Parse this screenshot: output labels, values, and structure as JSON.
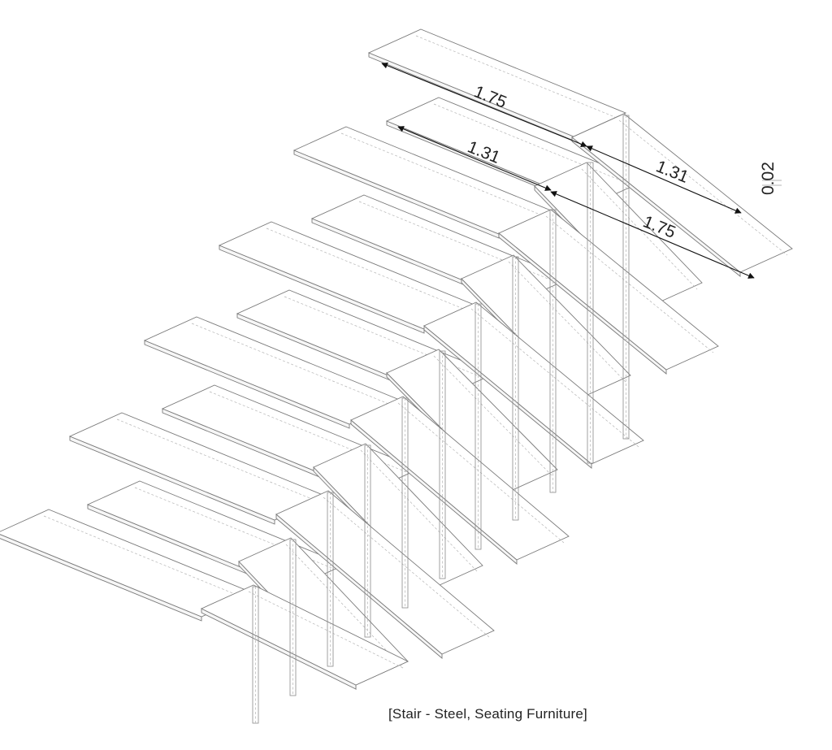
{
  "caption": "[Stair - Steel, Seating Furniture]",
  "dimensions": {
    "top_left_long": "1.75",
    "top_left_short": "1.31",
    "top_right_short": "1.31",
    "top_right_long": "1.75",
    "thickness": "0.02"
  },
  "colors": {
    "line": "#7a7a7a",
    "hidden": "#b5b5b5",
    "dimension": "#111111"
  }
}
